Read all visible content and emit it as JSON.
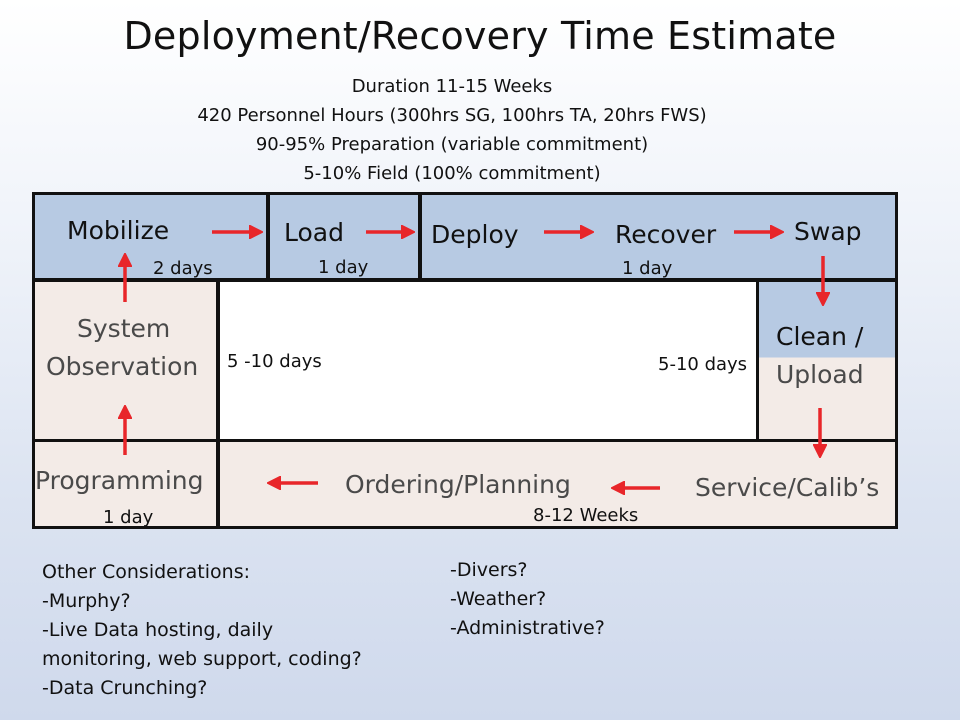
{
  "title": "Deployment/Recovery  Time Estimate",
  "summary": [
    "Duration 11-15 Weeks",
    "420 Personnel Hours (300hrs SG, 100hrs TA, 20hrs FWS)",
    "90-95% Preparation (variable commitment)",
    "5-10% Field (100% commitment)"
  ],
  "stages": {
    "mobilize": "Mobilize",
    "load": "Load",
    "deploy": "Deploy",
    "recover": "Recover",
    "swap": "Swap",
    "clean_line1": "Clean /",
    "clean_line2": "Upload",
    "service": "Service/Calib’s",
    "ordering": "Ordering/Planning",
    "programming": "Programming",
    "observation_line1": "System",
    "observation_line2": "Observation"
  },
  "durations": {
    "mobilize": "2 days",
    "load": "1 day",
    "deploy_recover": "1 day",
    "left_interval": "5 -10 days",
    "right_interval": "5-10 days",
    "ordering": "8-12 Weeks",
    "programming": "1 day"
  },
  "notes_left": [
    "Other Considerations:",
    "-Murphy?",
    "-Live Data hosting, daily",
    "monitoring, web support, coding?",
    "-Data Crunching?"
  ],
  "notes_right": [
    "-Divers?",
    "-Weather?",
    "-Administrative?"
  ],
  "colors": {
    "arrow": "#e8262a",
    "stage_blue": "#b7cae3",
    "stage_pink": "#f3ebe7"
  }
}
